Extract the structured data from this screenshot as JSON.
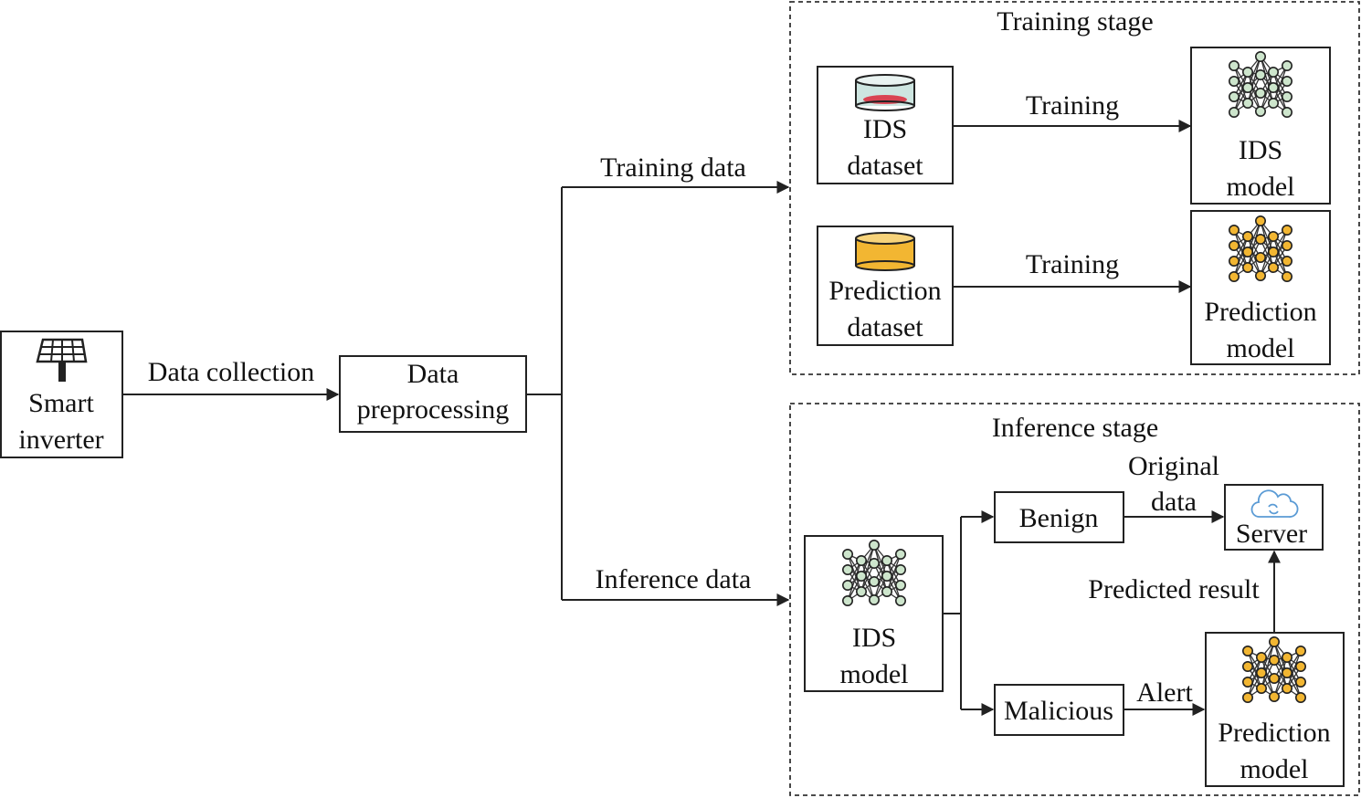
{
  "nodes": {
    "smart_inverter": [
      "Smart",
      "inverter"
    ],
    "data_preprocessing": [
      "Data",
      "preprocessing"
    ],
    "ids_dataset": [
      "IDS",
      "dataset"
    ],
    "prediction_dataset": [
      "Prediction",
      "dataset"
    ],
    "ids_model_train": [
      "IDS",
      "model"
    ],
    "prediction_model_train": [
      "Prediction",
      "model"
    ],
    "ids_model_infer": [
      "IDS",
      "model"
    ],
    "benign": "Benign",
    "malicious": "Malicious",
    "server": "Server",
    "prediction_model_infer": [
      "Prediction",
      "model"
    ]
  },
  "edges": {
    "data_collection": "Data collection",
    "training_data": "Training data",
    "inference_data": "Inference data",
    "training_ids": "Training",
    "training_prediction": "Training",
    "original_data": [
      "Original",
      "data"
    ],
    "alert": "Alert",
    "predicted_result": "Predicted result"
  },
  "groups": {
    "training_stage": "Training stage",
    "inference_stage": "Inference stage"
  },
  "colors": {
    "ids_node_fill": "#cde5cc",
    "prediction_node_fill": "#f2b632",
    "ids_dataset_fill": "#cde5e0",
    "ids_dataset_level": "#d94452",
    "prediction_dataset_fill": "#f2b632",
    "cloud_stroke": "#5b9bd5",
    "line": "#222222"
  },
  "icons": {
    "solar_panel": "solar-panel-icon",
    "database": "database-icon",
    "neural_network": "neural-network-icon",
    "cloud": "cloud-sync-icon"
  }
}
